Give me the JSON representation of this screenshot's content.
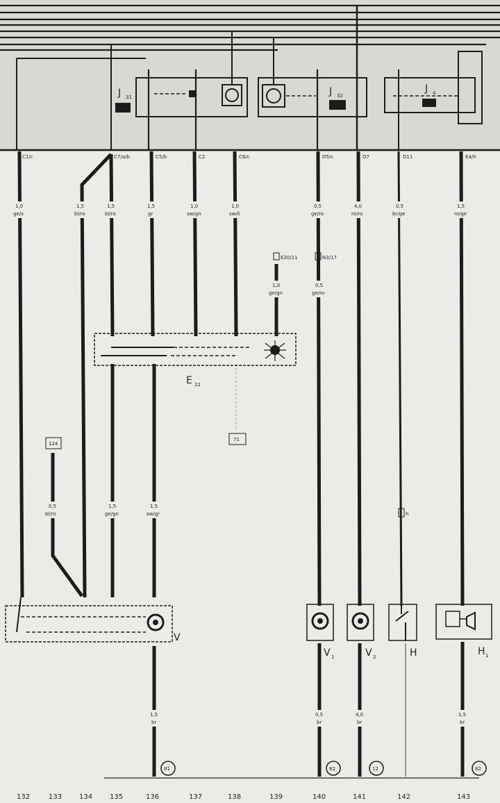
{
  "relays": {
    "j1": {
      "label": "J",
      "sub": "31"
    },
    "j2": {
      "label": "J",
      "sub": "32"
    },
    "j3": {
      "label": "J",
      "sub": "4"
    }
  },
  "wires": [
    {
      "id": "w132",
      "top_term": "C1/c",
      "gauge": "1,0",
      "color": "ge/s"
    },
    {
      "id": "w134",
      "top_term": "",
      "gauge": "1,5",
      "color": "bl/ro"
    },
    {
      "id": "w135",
      "top_term": "C7/a/b",
      "gauge": "1,5",
      "color": "bl/ro"
    },
    {
      "id": "w136",
      "top_term": "C5/b",
      "gauge": "1,5",
      "color": "gr"
    },
    {
      "id": "w137",
      "top_term": "C2",
      "gauge": "1,0",
      "color": "sw/gn"
    },
    {
      "id": "w138",
      "top_term": "C6/c",
      "gauge": "1,0",
      "color": "sw/li"
    },
    {
      "id": "w140",
      "top_term": "D5/c",
      "gauge": "0,5",
      "color": "ge/ro"
    },
    {
      "id": "w141",
      "top_term": "D7",
      "gauge": "4,0",
      "color": "ro/ro"
    },
    {
      "id": "w142",
      "top_term": "D11",
      "gauge": "0,5",
      "color": "br/ge"
    },
    {
      "id": "w143",
      "top_term": "E4/h",
      "gauge": "1,5",
      "color": "ro/ge"
    }
  ],
  "mid_labels": {
    "w138_upper_ref": "E20/11",
    "w140_upper_ref": "N3/17",
    "w138_upper": {
      "gauge": "1,0",
      "color": "ge/gn"
    },
    "w140_upper": {
      "gauge": "0,5",
      "color": "ge/ro"
    }
  },
  "switch_box": {
    "label": "E",
    "sub": "22"
  },
  "ref_boxes": {
    "r71": "71",
    "r124": "124",
    "rh": "h"
  },
  "lower_wires": [
    {
      "id": "lw133",
      "gauge": "0,5",
      "color": "bl/ro"
    },
    {
      "id": "lw135",
      "gauge": "1,5",
      "color": "ge/gn"
    },
    {
      "id": "lw136",
      "gauge": "1,5",
      "color": "sw/gr"
    }
  ],
  "ground_wires": [
    {
      "id": "g136",
      "gauge": "1,5",
      "color": "br"
    },
    {
      "id": "g140",
      "gauge": "0,5",
      "color": "br"
    },
    {
      "id": "g141",
      "gauge": "4,0",
      "color": "br"
    },
    {
      "id": "g143",
      "gauge": "1,5",
      "color": "br"
    }
  ],
  "components": {
    "V": {
      "label": "V",
      "sub": ""
    },
    "V1": {
      "label": "V",
      "sub": "1"
    },
    "V2": {
      "label": "V",
      "sub": "2"
    },
    "H": {
      "label": "H",
      "sub": ""
    },
    "H1": {
      "label": "H",
      "sub": "1"
    }
  },
  "ground_points": {
    "g81": "81",
    "g82a": "82",
    "g12": "12",
    "g82b": "82"
  },
  "columns": [
    "132",
    "133",
    "134",
    "135",
    "136",
    "137",
    "138",
    "139",
    "140",
    "141",
    "142",
    "143"
  ],
  "colors": {
    "wire": "#1c1c1c",
    "panel": "#d9d9d4",
    "background": "#ebebe8"
  }
}
